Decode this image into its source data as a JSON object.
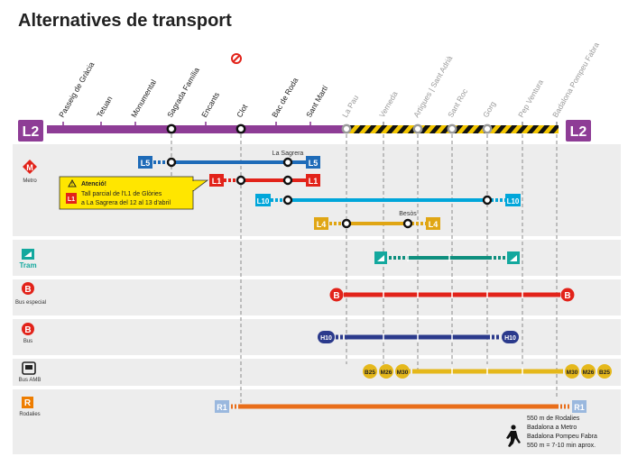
{
  "title": "Alternatives de transport",
  "line": {
    "code": "L2",
    "color": "#8E3D96"
  },
  "stations": [
    {
      "name": "Passeig de Gràcia",
      "status": "open"
    },
    {
      "name": "Tetuan",
      "status": "open"
    },
    {
      "name": "Monumental",
      "status": "open"
    },
    {
      "name": "Sagrada Família",
      "status": "open"
    },
    {
      "name": "Encants",
      "status": "open"
    },
    {
      "name": "Clot",
      "status": "open"
    },
    {
      "name": "Bac de Roda",
      "status": "open"
    },
    {
      "name": "Sant Martí",
      "status": "open"
    },
    {
      "name": "La Pau",
      "status": "closed"
    },
    {
      "name": "Verneda",
      "status": "closed"
    },
    {
      "name": "Artigues | Sant Adrià",
      "status": "closed"
    },
    {
      "name": "Sant Roc",
      "status": "closed"
    },
    {
      "name": "Gorg",
      "status": "closed"
    },
    {
      "name": "Pep Ventura",
      "status": "closed"
    },
    {
      "name": "Badalona Pompeu Fabra",
      "status": "closed"
    }
  ],
  "modes": [
    {
      "key": "metro",
      "label": "Metro",
      "color": "#E2231A"
    },
    {
      "key": "tram",
      "label": "Tram",
      "color": "#13A89E"
    },
    {
      "key": "bus-especial",
      "label": "Bus especial",
      "color": "#E2231A"
    },
    {
      "key": "bus",
      "label": "Bus",
      "color": "#E2231A"
    },
    {
      "key": "bus-amb",
      "label": "Bus AMB",
      "color": "#333333"
    },
    {
      "key": "rodalies",
      "label": "Rodalies",
      "color": "#EE7D00"
    }
  ],
  "routes": {
    "metro": [
      {
        "code": "L5",
        "color": "#1E6BB8",
        "stop_label": "La Sagrera"
      },
      {
        "code": "L1",
        "color": "#E2231A",
        "stop_label": ""
      },
      {
        "code": "L10",
        "color": "#00A6DA",
        "stop_label": ""
      },
      {
        "code": "L4",
        "color": "#E0A614",
        "stop_label": "Besòs"
      }
    ],
    "tram": {
      "color": "#0E8F7E"
    },
    "bus_especial": {
      "code": "B",
      "color": "#E2231A"
    },
    "bus": {
      "code": "H10",
      "color": "#2B3A8C"
    },
    "bus_amb": {
      "left_codes": [
        "B25",
        "M26",
        "M30"
      ],
      "right_codes": [
        "M30",
        "M26",
        "B25"
      ],
      "color": "#E5B81B"
    },
    "rodalies": {
      "code": "R1",
      "color": "#E96E1A"
    }
  },
  "notice": {
    "title": "Atenció!",
    "line1": "Tall parcial de l'L1 de Glòries",
    "line2": "a La Sagrera del 12 al 13 d'abril"
  },
  "walk_note": [
    "550 m de Rodalies",
    "Badalona a Metro",
    "Badalona Pompeu Fabra",
    "550 m = 7-10 min aprox."
  ]
}
